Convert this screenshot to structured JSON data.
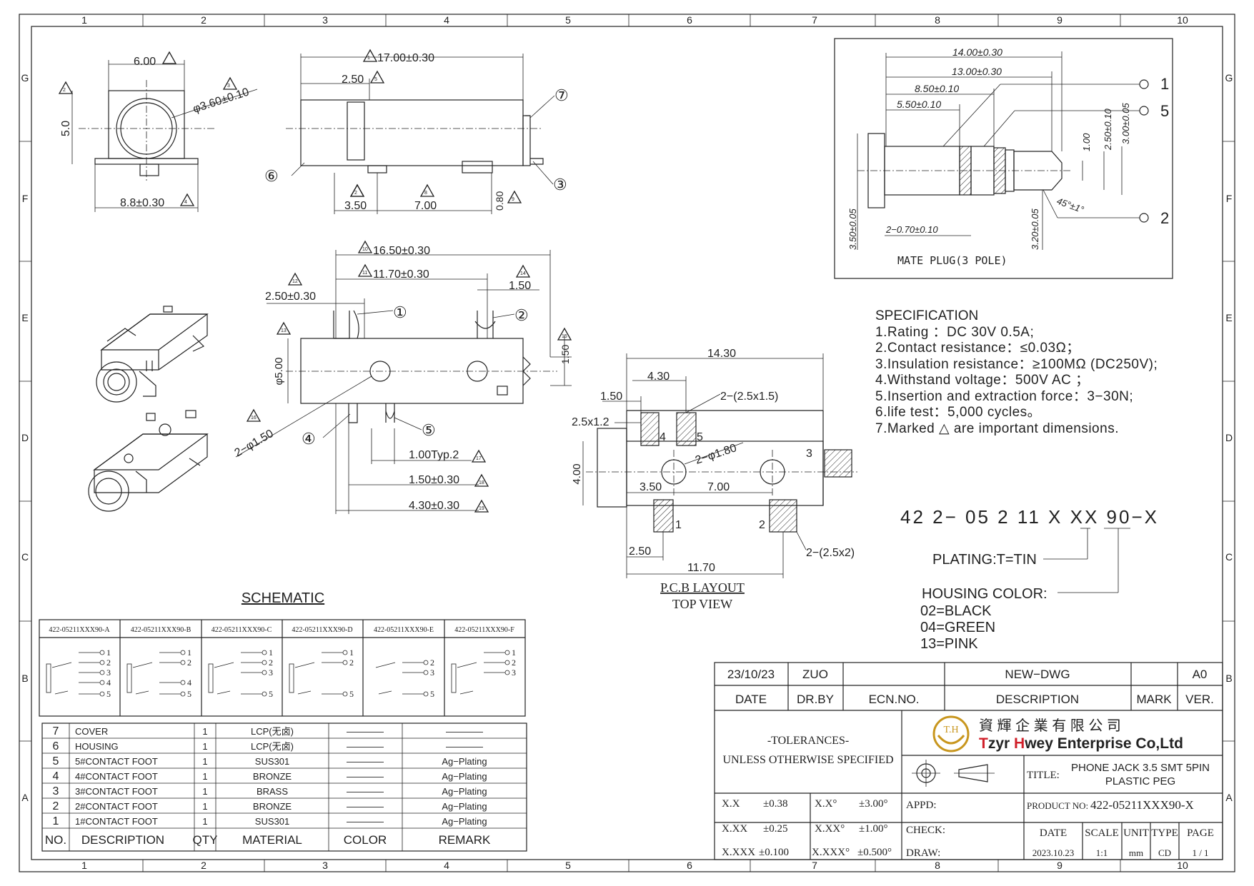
{
  "border": {
    "cols": [
      "1",
      "2",
      "3",
      "4",
      "5",
      "6",
      "7",
      "8",
      "9",
      "10"
    ],
    "rows": [
      "G",
      "F",
      "E",
      "D",
      "C",
      "B",
      "A"
    ]
  },
  "front_view": {
    "w": "6.00",
    "h": "5.0",
    "dia": "φ3.60±0.10",
    "bw": "8.8±0.30",
    "n1": "2",
    "n3": "3",
    "n4": "4"
  },
  "side_view": {
    "len": "17.00±0.30",
    "off": "2.50",
    "d1": "3.50",
    "d2": "7.00",
    "d3": "0.80",
    "c6": "⑥",
    "c7": "⑦",
    "c3": "③",
    "n1": "1",
    "n5": "5",
    "n6": "6",
    "n8": "8",
    "n9": "9"
  },
  "top_view": {
    "len": "16.50±0.30",
    "len2": "11.70±0.30",
    "off": "2.50±0.30",
    "w": "1.50",
    "d5": "φ5.00",
    "hole": "2−φ1.50",
    "pin": "1.00Typ.2",
    "p15": "1.50±0.30",
    "p43": "4.30±0.30",
    "h15": "1.50",
    "c1": "①",
    "c2": "②",
    "c4": "④",
    "c5": "⑤",
    "n10": "10",
    "n11": "11",
    "n12": "12",
    "n13": "13",
    "n14": "14",
    "n15": "15",
    "n16": "16",
    "n17": "17",
    "n18": "18",
    "n19": "19"
  },
  "pcb": {
    "w": "14.30",
    "w2": "4.30",
    "w3": "1.50",
    "pad1": "2.5x1.2",
    "pad2": "2−(2.5x1.5)",
    "hole": "2−φ1.80",
    "h": "4.00",
    "d1": "3.50",
    "d2": "7.00",
    "pad3": "2−(2.5x2)",
    "b1": "2.50",
    "b2": "11.70",
    "p1": "1",
    "p2": "2",
    "p3": "3",
    "p4": "4",
    "p5": "5",
    "title": "P.C.B LAYOUT",
    "sub": "TOP VIEW"
  },
  "plug": {
    "l1": "14.00±0.30",
    "l2": "13.00±0.30",
    "l3": "8.50±0.10",
    "l4": "5.50±0.10",
    "v1": "1.00",
    "v2": "2.50±0.10",
    "v3": "3.00±0.05",
    "ang": "45°±1°",
    "d1": "3.50±0.05",
    "d2": "2−0.70±0.10",
    "d3": "3.20±0.05",
    "p1": "1",
    "p5": "5",
    "p2": "2",
    "title": "MATE PLUG(3 POLE)"
  },
  "spec": {
    "title": "SPECIFICATION",
    "lines": [
      "1.Rating ：DC 30V 0.5A;",
      "2.Contact resistance：≤0.03Ω；",
      "3.Insulation resistance：≥100MΩ (DC250V);",
      "4.Withstand voltage：500V AC ；",
      "5.Insertion and extraction force：3−30N;",
      "6.life test：5,000 cycles。",
      "7.Marked △ are important dimensions."
    ]
  },
  "partno": {
    "code": "42 2− 05 2 11 X XX 90−X",
    "plating": "PLATING:T=TIN",
    "hc": "HOUSING COLOR:",
    "colors": [
      "02=BLACK",
      "04=GREEN",
      "13=PINK"
    ]
  },
  "schematic": {
    "title": "SCHEMATIC",
    "variants": [
      {
        "name": "422-05211XXX90-A",
        "pins": [
          "1",
          "2",
          "3",
          "4",
          "5"
        ]
      },
      {
        "name": "422-05211XXX90-B",
        "pins": [
          "1",
          "2",
          "4",
          "5"
        ]
      },
      {
        "name": "422-05211XXX90-C",
        "pins": [
          "1",
          "2",
          "3",
          "5"
        ]
      },
      {
        "name": "422-05211XXX90-D",
        "pins": [
          "1",
          "2",
          "5"
        ]
      },
      {
        "name": "422-05211XXX90-E",
        "pins": [
          "2",
          "3",
          "5"
        ]
      },
      {
        "name": "422-05211XXX90-F",
        "pins": [
          "1",
          "2",
          "3"
        ]
      }
    ]
  },
  "bom": {
    "headers": [
      "NO.",
      "DESCRIPTION",
      "QTY",
      "MATERIAL",
      "COLOR",
      "REMARK"
    ],
    "rows": [
      [
        "7",
        "COVER",
        "1",
        "LCP(无卤)",
        "————",
        "————"
      ],
      [
        "6",
        "HOUSING",
        "1",
        "LCP(无卤)",
        "————",
        "————"
      ],
      [
        "5",
        "5#CONTACT FOOT",
        "1",
        "SUS301",
        "————",
        "Ag−Plating"
      ],
      [
        "4",
        "4#CONTACT FOOT",
        "1",
        "BRONZE",
        "————",
        "Ag−Plating"
      ],
      [
        "3",
        "3#CONTACT FOOT",
        "1",
        "BRASS",
        "————",
        "Ag−Plating"
      ],
      [
        "2",
        "2#CONTACT FOOT",
        "1",
        "BRONZE",
        "————",
        "Ag−Plating"
      ],
      [
        "1",
        "1#CONTACT FOOT",
        "1",
        "SUS301",
        "————",
        "Ag−Plating"
      ]
    ]
  },
  "titleblock": {
    "date": "23/10/23",
    "drby": "ZUO",
    "desc": "NEW−DWG",
    "ver": "A0",
    "h_date": "DATE",
    "h_drby": "DR.BY",
    "h_ecn": "ECN.NO.",
    "h_desc": "DESCRIPTION",
    "h_mark": "MARK",
    "h_ver": "VER.",
    "tol1": "-TOLERANCES-",
    "tol2": "UNLESS OTHERWISE SPECIFIED",
    "logo_mark": "T.H",
    "company_cn": "資 輝 企 業 有 限 公 司",
    "company_a": "T",
    "company_b": "zyr ",
    "company_c": "H",
    "company_d": "wey Enterprise Co,Ltd",
    "title_label": "TITLE:",
    "title1": "PHONE JACK 3.5 SMT 5PIN",
    "title2": "PLASTIC PEG",
    "tols": [
      [
        "X.X",
        "±0.38",
        "X.X°",
        "±3.00°"
      ],
      [
        "X.XX",
        "±0.25",
        "X.XX°",
        "±1.00°"
      ],
      [
        "X.XXX",
        "±0.100",
        "X.XXX°",
        "±0.500°"
      ]
    ],
    "appd": "APPD:",
    "check": "CHECK:",
    "draw": "DRAW:",
    "prod_label": "PRODUCT NO:",
    "prod": "422-05211XXX90-X",
    "h2": [
      "DATE",
      "SCALE",
      "UNIT",
      "TYPE",
      "PAGE"
    ],
    "v2": [
      "2023.10.23",
      "1:1",
      "mm",
      "CD",
      "1 / 1"
    ]
  },
  "colors": {
    "line": "#222222",
    "logo": "#c8961e",
    "brand_red": "#d0202a"
  }
}
